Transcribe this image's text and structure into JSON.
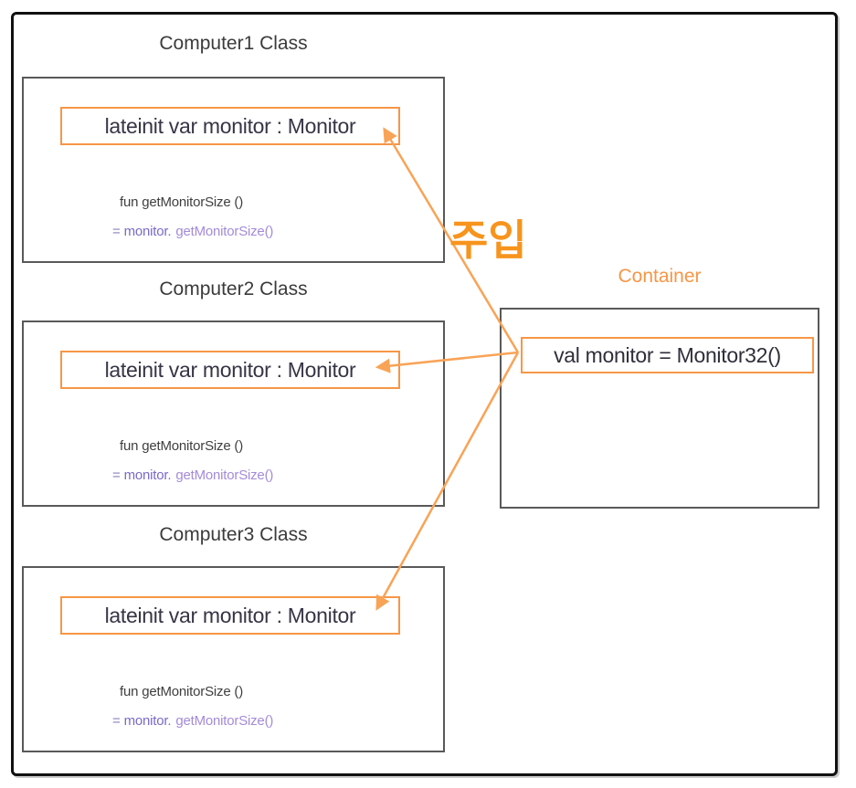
{
  "diagram": {
    "computers": [
      {
        "title": "Computer1 Class",
        "field": "lateinit var monitor : Monitor",
        "code": {
          "line1": "fun getMonitorSize ()",
          "eq": "=",
          "receiver": "monitor.",
          "call": "getMonitorSize()"
        }
      },
      {
        "title": "Computer2 Class",
        "field": "lateinit var monitor : Monitor",
        "code": {
          "line1": "fun getMonitorSize ()",
          "eq": "=",
          "receiver": "monitor.",
          "call": "getMonitorSize()"
        }
      },
      {
        "title": "Computer3 Class",
        "field": "lateinit var monitor : Monitor",
        "code": {
          "line1": "fun getMonitorSize ()",
          "eq": "=",
          "receiver": "monitor.",
          "call": "getMonitorSize()"
        }
      }
    ],
    "container": {
      "title": "Container",
      "field": "val monitor = Monitor32()"
    },
    "injection_label": "주입",
    "colors": {
      "accent-orange": "#f79646",
      "strong-orange": "#f7941d",
      "arrow-orange": "#f9a356",
      "border-gray": "#595959",
      "frame-black": "#111111",
      "text-dark": "#3a3a3a",
      "code-eq-purple": "#8d7fc0",
      "code-receiver-purple": "#7a6ac8",
      "code-call-purple": "#a38bd9"
    }
  }
}
